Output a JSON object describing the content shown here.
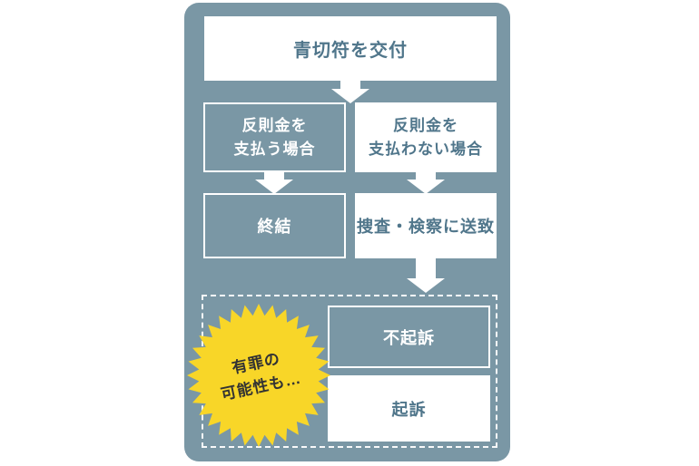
{
  "palette": {
    "panel": "#7a97a5",
    "box_text": "#50768b",
    "box_fill": "#ffffff",
    "starburst": "#f8d628",
    "starburst_text": "#333333"
  },
  "flow": {
    "start": "青切符を交付",
    "pay_case": "反則金を\n支払う場合",
    "not_pay_case": "反則金を\n支払わない場合",
    "conclusion": "終結",
    "referral": "捜査・検察に送致",
    "non_prosecution": "不起訴",
    "prosecution": "起訴",
    "starburst_note": "有罪の\n可能性も…"
  }
}
